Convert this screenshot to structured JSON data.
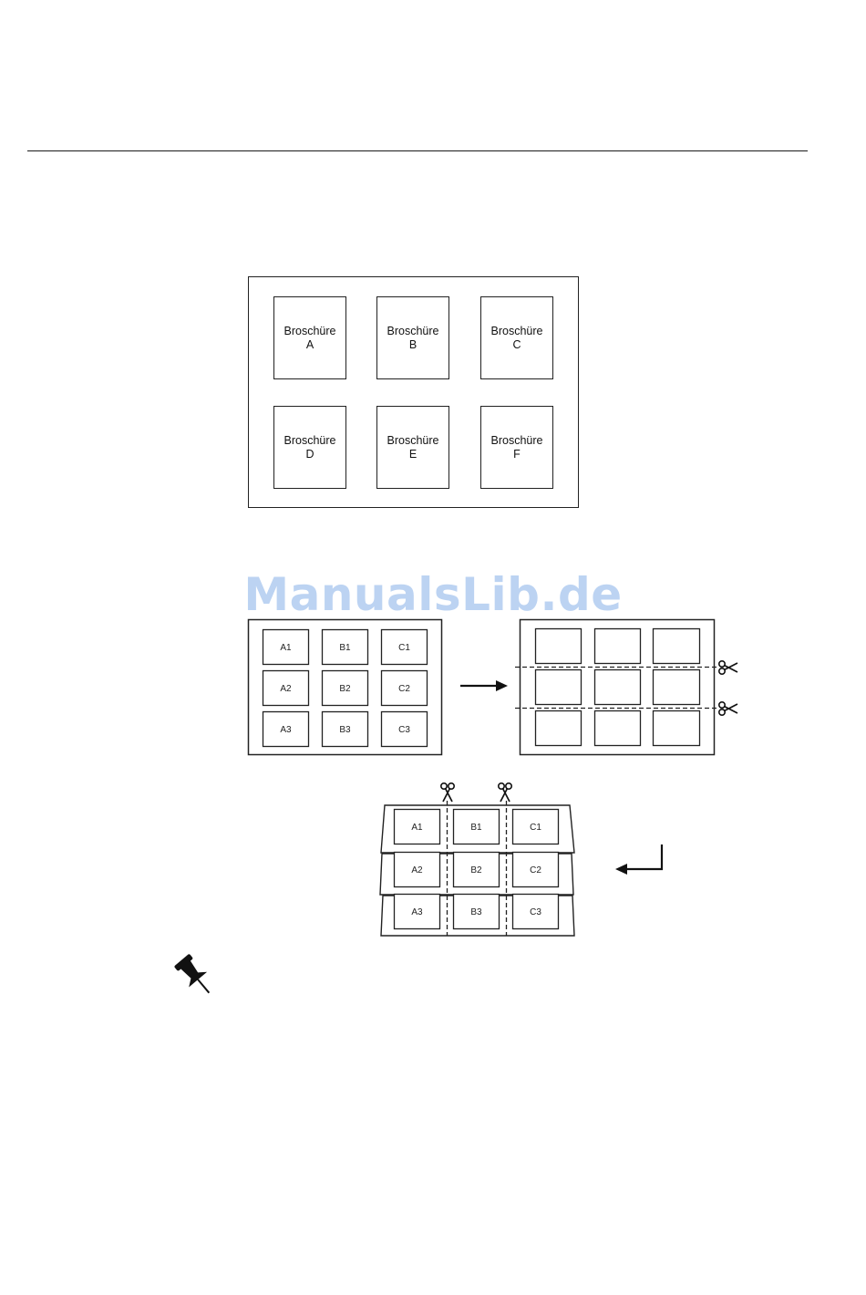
{
  "watermark": "ManualsLib.de",
  "brochures": [
    {
      "word": "Broschüre",
      "letter": "A"
    },
    {
      "word": "Broschüre",
      "letter": "B"
    },
    {
      "word": "Broschüre",
      "letter": "C"
    },
    {
      "word": "Broschüre",
      "letter": "D"
    },
    {
      "word": "Broschüre",
      "letter": "E"
    },
    {
      "word": "Broschüre",
      "letter": "F"
    }
  ],
  "grid_labels": [
    "A1",
    "B1",
    "C1",
    "A2",
    "B2",
    "C2",
    "A3",
    "B3",
    "C3"
  ],
  "stack_labels": [
    "A1",
    "B1",
    "C1",
    "A2",
    "B2",
    "C2",
    "A3",
    "B3",
    "C3"
  ],
  "icons": {
    "arrow_right": "arrow-right-icon",
    "arrow_return": "return-arrow-icon",
    "scissors": "scissors-icon",
    "note": "pushpin-icon"
  }
}
